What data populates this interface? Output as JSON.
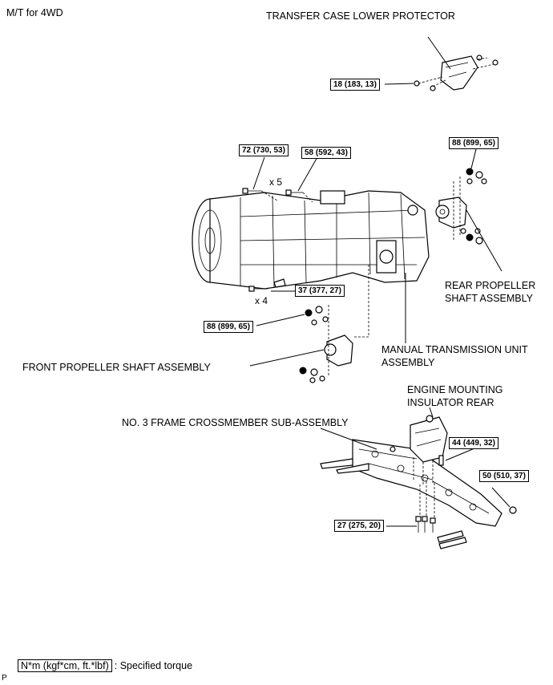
{
  "header": {
    "variant": "M/T for 4WD"
  },
  "parts": {
    "transfer_case_lower_protector": "TRANSFER CASE LOWER PROTECTOR",
    "rear_propeller_shaft_line1": "REAR PROPELLER",
    "rear_propeller_shaft_line2": "SHAFT ASSEMBLY",
    "manual_transmission_line1": "MANUAL TRANSMISSION UNIT",
    "manual_transmission_line2": "ASSEMBLY",
    "front_propeller_shaft": "FRONT PROPELLER SHAFT ASSEMBLY",
    "engine_mounting_line1": "ENGINE MOUNTING",
    "engine_mounting_line2": "INSULATOR REAR",
    "frame_crossmember": "NO. 3 FRAME CROSSMEMBER SUB-ASSEMBLY"
  },
  "torques": {
    "protector": "18 (183, 13)",
    "t72": "72 (730, 53)",
    "t58": "58 (592, 43)",
    "rear_shaft": "88 (899, 65)",
    "t37": "37 (377, 27)",
    "front_shaft": "88 (899, 65)",
    "insulator": "44 (449, 32)",
    "crossmember_nut": "50 (510, 37)",
    "crossmember_bolt": "27 (275, 20)"
  },
  "multipliers": {
    "x5": "x 5",
    "x4": "x 4"
  },
  "legend": {
    "box": "N*m (kgf*cm, ft.*lbf)",
    "text": ": Specified torque"
  },
  "footer": {
    "mark": "P"
  }
}
